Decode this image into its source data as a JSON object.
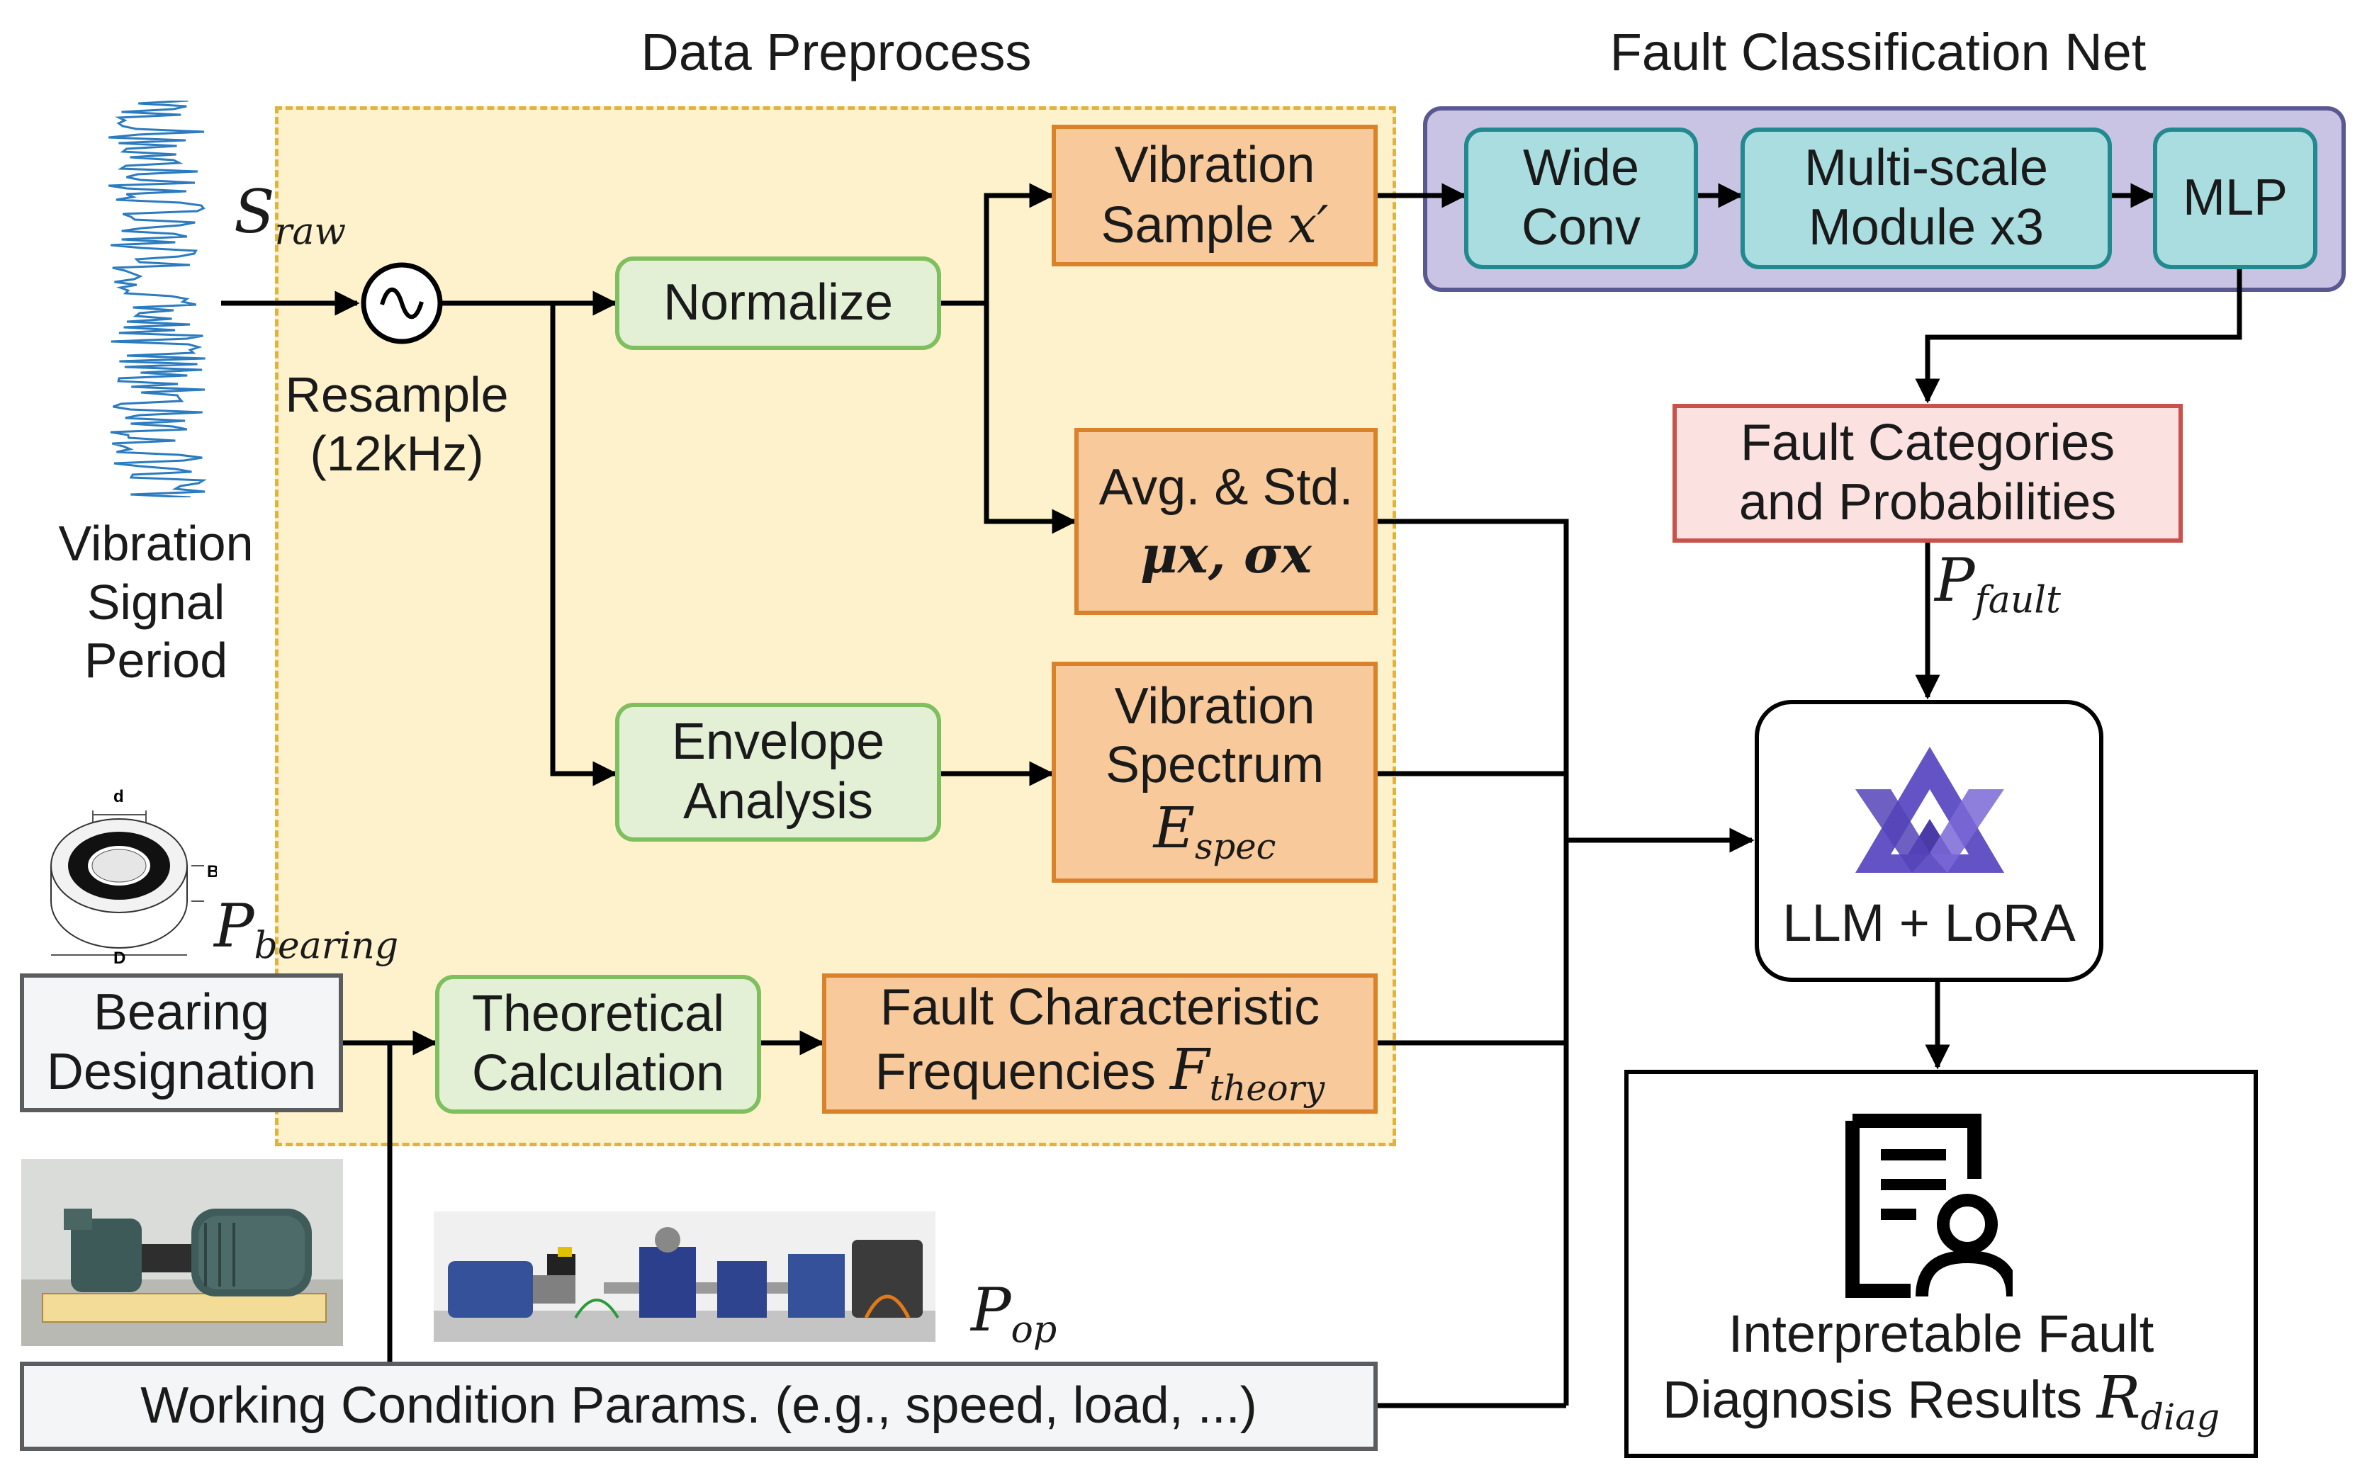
{
  "titles": {
    "data_preprocess": "Data Preprocess",
    "fault_net": "Fault Classification Net"
  },
  "signal": {
    "symbol_base": "S",
    "symbol_sub": "raw",
    "label_line1": "Vibration",
    "label_line2": "Signal",
    "label_line3": "Period"
  },
  "resample": {
    "label_line1": "Resample",
    "label_line2": "(12kHz)",
    "icon": "sine-wave-icon"
  },
  "normalize": {
    "label": "Normalize"
  },
  "envelope": {
    "line1": "Envelope",
    "line2": "Analysis"
  },
  "theoretical": {
    "line1": "Theoretical",
    "line2": "Calculation"
  },
  "vibration_sample": {
    "line1": "Vibration",
    "line2": "Sample",
    "symbol": "x′"
  },
  "avg_std": {
    "line1": "Avg. & Std.",
    "symbol": "μx, σx"
  },
  "spectrum": {
    "line1": "Vibration",
    "line2": "Spectrum",
    "symbol_base": "E",
    "symbol_sub": "spec"
  },
  "fault_freq": {
    "line1": "Fault Characteristic",
    "line2": "Frequencies",
    "symbol_base": "F",
    "symbol_sub": "theory"
  },
  "bearing": {
    "symbol_base": "P",
    "symbol_sub": "bearing",
    "designation_line1": "Bearing",
    "designation_line2": "Designation",
    "dim_d": "d",
    "dim_B": "B",
    "dim_D": "D"
  },
  "working": {
    "label": "Working Condition Params. (e.g., speed, load, ...)",
    "symbol_base": "P",
    "symbol_sub": "op"
  },
  "net": {
    "wide_conv_line1": "Wide",
    "wide_conv_line2": "Conv",
    "multiscale_line1": "Multi-scale",
    "multiscale_line2": "Module x3",
    "mlp": "MLP"
  },
  "fault_categories": {
    "line1": "Fault Categories",
    "line2": "and Probabilities",
    "symbol_base": "P",
    "symbol_sub": "fault"
  },
  "llm": {
    "label": "LLM + LoRA",
    "icon": "llm-logo-icon"
  },
  "results": {
    "line1": "Interpretable Fault",
    "line2": "Diagnosis Results",
    "symbol_base": "R",
    "symbol_sub": "diag",
    "icon": "report-user-icon"
  },
  "colors": {
    "preprocess_bg": "#fdf2cc",
    "preprocess_border": "#e2b33c",
    "net_bg": "#c9c4e4",
    "net_border": "#5a5890",
    "signal_blue": "#2a7bbf",
    "llm_purple": "#6453c4"
  }
}
